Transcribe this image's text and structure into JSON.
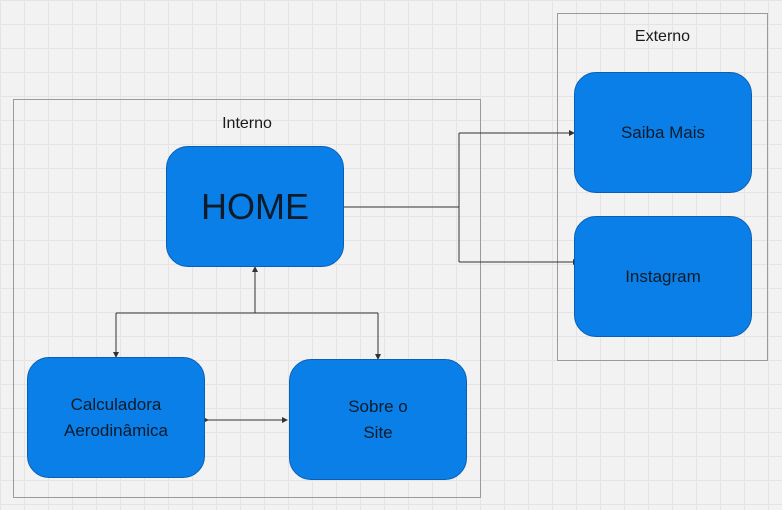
{
  "groups": {
    "interno": {
      "label": "Interno"
    },
    "externo": {
      "label": "Externo"
    }
  },
  "nodes": {
    "home": "HOME",
    "calculadora": "Calculadora\nAerodinâmica",
    "sobre": "Sobre o\nSite",
    "saiba_mais": "Saiba Mais",
    "instagram": "Instagram"
  },
  "colors": {
    "node_fill": "#0a7fe8",
    "node_border": "#0a5fb5",
    "group_border": "#9a9a9a",
    "connector": "#333333"
  }
}
